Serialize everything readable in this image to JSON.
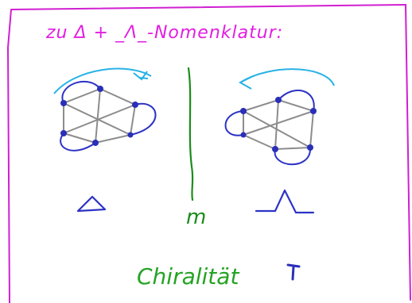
{
  "colors": {
    "frame": "#d11fd1",
    "heading": "#e21ee2",
    "molecule_bond": "#8c8c8c",
    "atom": "#2a2fb8",
    "ligand": "#2d33c4",
    "arrow": "#27b2e6",
    "mirror": "#1c8c1c",
    "footer": "#24a324",
    "dagger": "#2a2fb8"
  },
  "heading": {
    "text": "zu Δ + _Λ_-Nomenklatur:"
  },
  "mirror": {
    "label": "m"
  },
  "left": {
    "symbol_name": "delta-symbol",
    "symbol_text": "Δ"
  },
  "right": {
    "symbol_name": "lambda-symbol",
    "symbol_text": "Λ"
  },
  "footer": {
    "text": "Chiralität"
  }
}
